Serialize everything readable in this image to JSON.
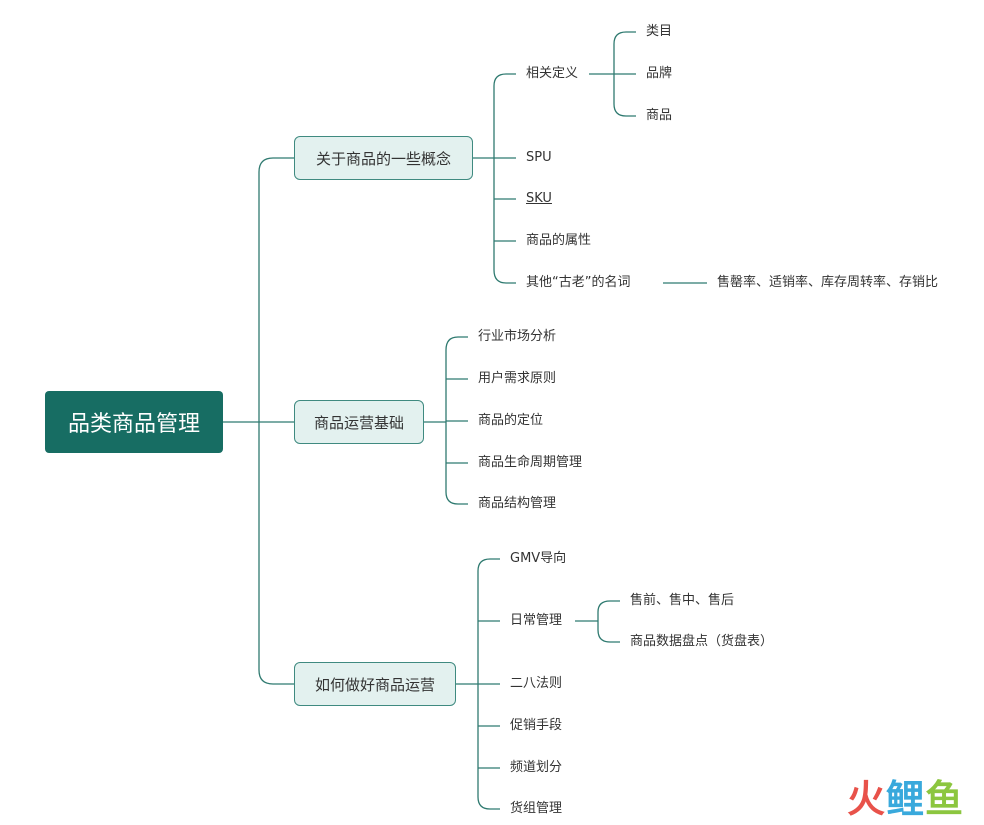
{
  "mindmap": {
    "root": "品类商品管理",
    "branches": [
      {
        "label": "关于商品的一些概念",
        "items": [
          {
            "label": "相关定义",
            "children": [
              "类目",
              "品牌",
              "商品"
            ]
          },
          {
            "label": "SPU"
          },
          {
            "label": "SKU"
          },
          {
            "label": "商品的属性"
          },
          {
            "label": "其他“古老”的名词",
            "children": [
              "售罄率、适销率、库存周转率、存销比"
            ]
          }
        ]
      },
      {
        "label": "商品运营基础",
        "items": [
          {
            "label": "行业市场分析"
          },
          {
            "label": "用户需求原则"
          },
          {
            "label": "商品的定位"
          },
          {
            "label": "商品生命周期管理"
          },
          {
            "label": "商品结构管理"
          }
        ]
      },
      {
        "label": "如何做好商品运营",
        "items": [
          {
            "label": "GMV导向"
          },
          {
            "label": "日常管理",
            "children": [
              "售前、售中、售后",
              "商品数据盘点（货盘表）"
            ]
          },
          {
            "label": "二八法则"
          },
          {
            "label": "促销手段"
          },
          {
            "label": "频道划分"
          },
          {
            "label": "货组管理"
          }
        ]
      }
    ]
  },
  "watermark": {
    "part1": "火",
    "part2": "鲤",
    "part3": "鱼"
  },
  "colors": {
    "root_bg": "#176d63",
    "branch_bg": "#e3f1ef",
    "branch_border": "#3f8a80",
    "line": "#2f7a70"
  }
}
